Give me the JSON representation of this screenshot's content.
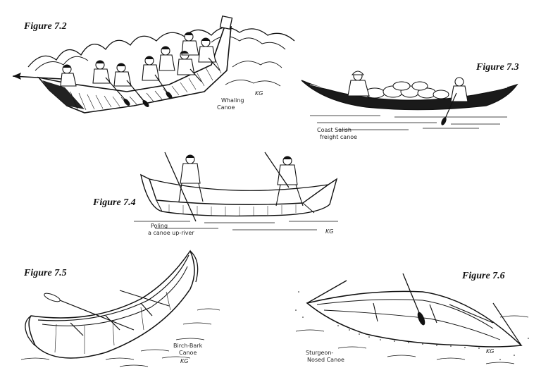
{
  "figures": {
    "fig_7_2": {
      "label": "Figure 7.2",
      "caption_line1": "Whaling",
      "caption_line2": "Canoe",
      "signature": "KG"
    },
    "fig_7_3": {
      "label": "Figure 7.3",
      "caption_line1": "Coast Salish",
      "caption_line2": "freight canoe"
    },
    "fig_7_4": {
      "label": "Figure 7.4",
      "caption_line1": "Poling",
      "caption_line2": "a canoe up-river",
      "signature": "KG"
    },
    "fig_7_5": {
      "label": "Figure 7.5",
      "caption_line1": "Birch-Bark",
      "caption_line2": "Canoe",
      "signature": "KG"
    },
    "fig_7_6": {
      "label": "Figure 7.6",
      "caption_line1": "Sturgeon-",
      "caption_line2": "Nosed Canoe",
      "signature": "KG"
    }
  },
  "colors": {
    "ink": "#111111",
    "paper": "#ffffff"
  }
}
